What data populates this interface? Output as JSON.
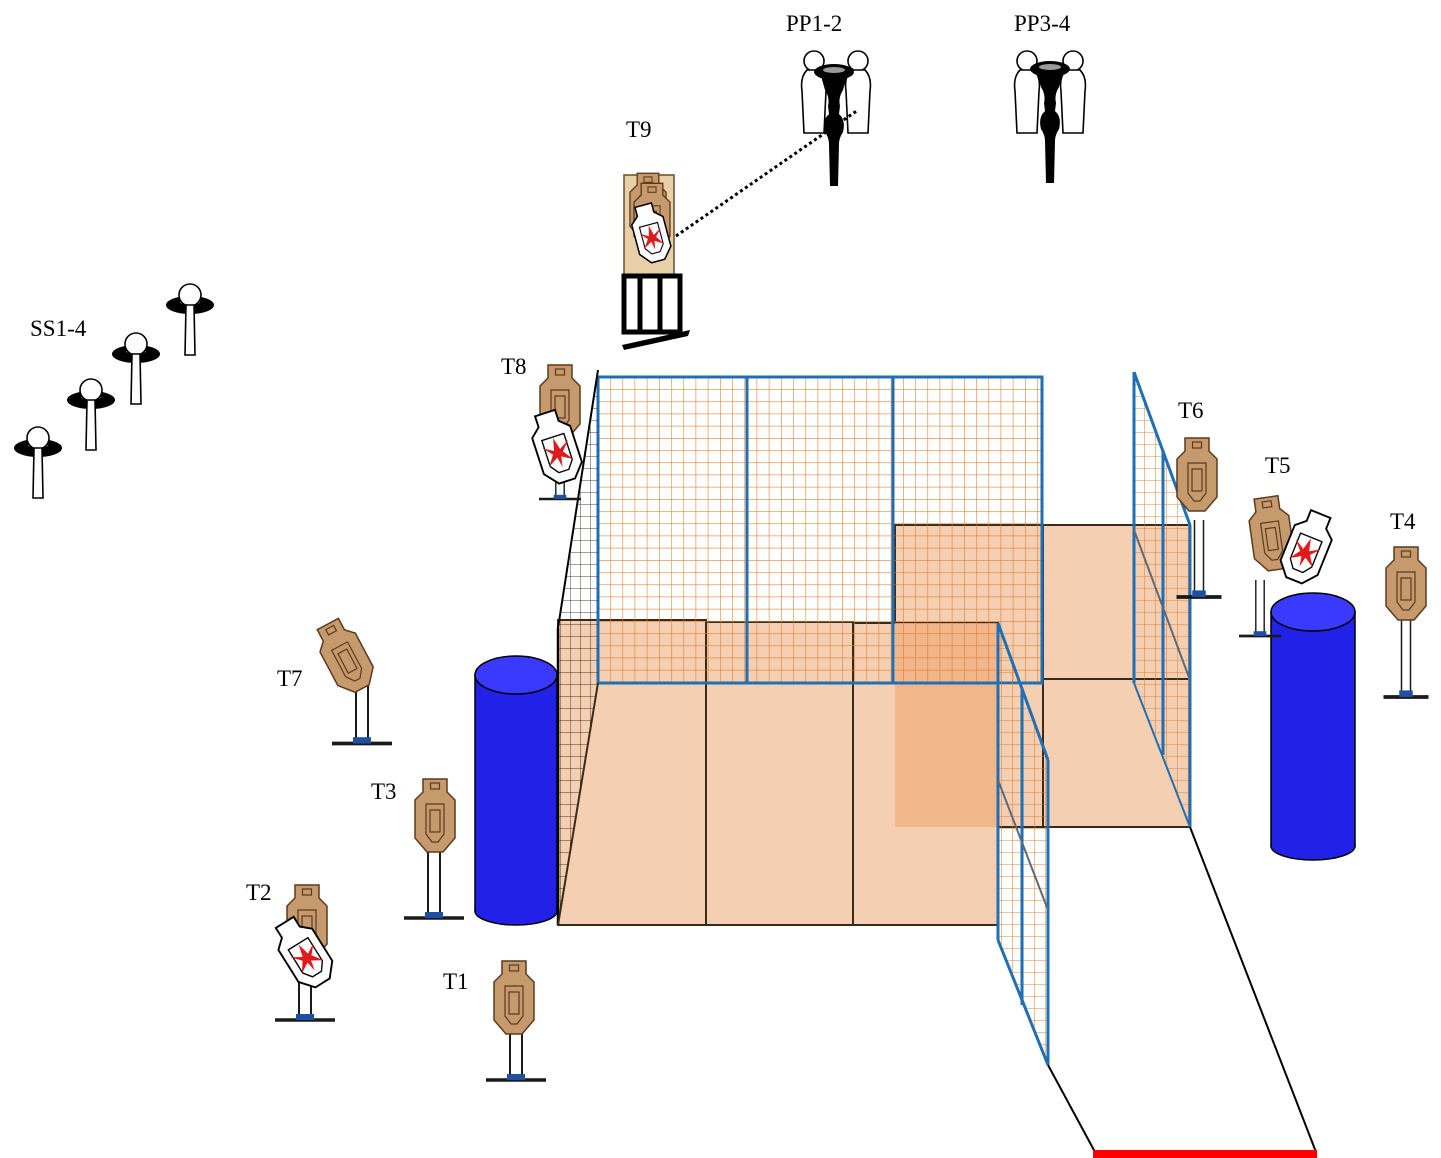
{
  "labels": {
    "pp12": "PP1-2",
    "pp34": "PP3-4",
    "t9": "T9",
    "ss": "SS1-4",
    "t8": "T8",
    "t6": "T6",
    "t5": "T5",
    "t4": "T4",
    "t7": "T7",
    "t3": "T3",
    "t2": "T2",
    "t1": "T1"
  },
  "colors": {
    "target_cardboard": "#c79a6e",
    "no_shoot_white": "#ffffff",
    "no_shoot_x": "#e0191c",
    "barrel": "#2121e8",
    "barrel_top": "#3a3aff",
    "wall_panel": "#f5cfb1",
    "wall_panel_dark": "#f0b184",
    "mesh_line": "#e07b2a",
    "mesh_frame": "#1f6fb5",
    "fault_line": "#ff0000",
    "steel": "#000000"
  },
  "icons": {
    "pepper_popper": "pepper-popper-icon",
    "steel_plate": "steel-plate-icon",
    "target": "cardboard-target-icon",
    "no_shoot": "no-shoot-target-icon",
    "barrel": "barrel-icon",
    "mesh": "mesh-wall-icon"
  }
}
